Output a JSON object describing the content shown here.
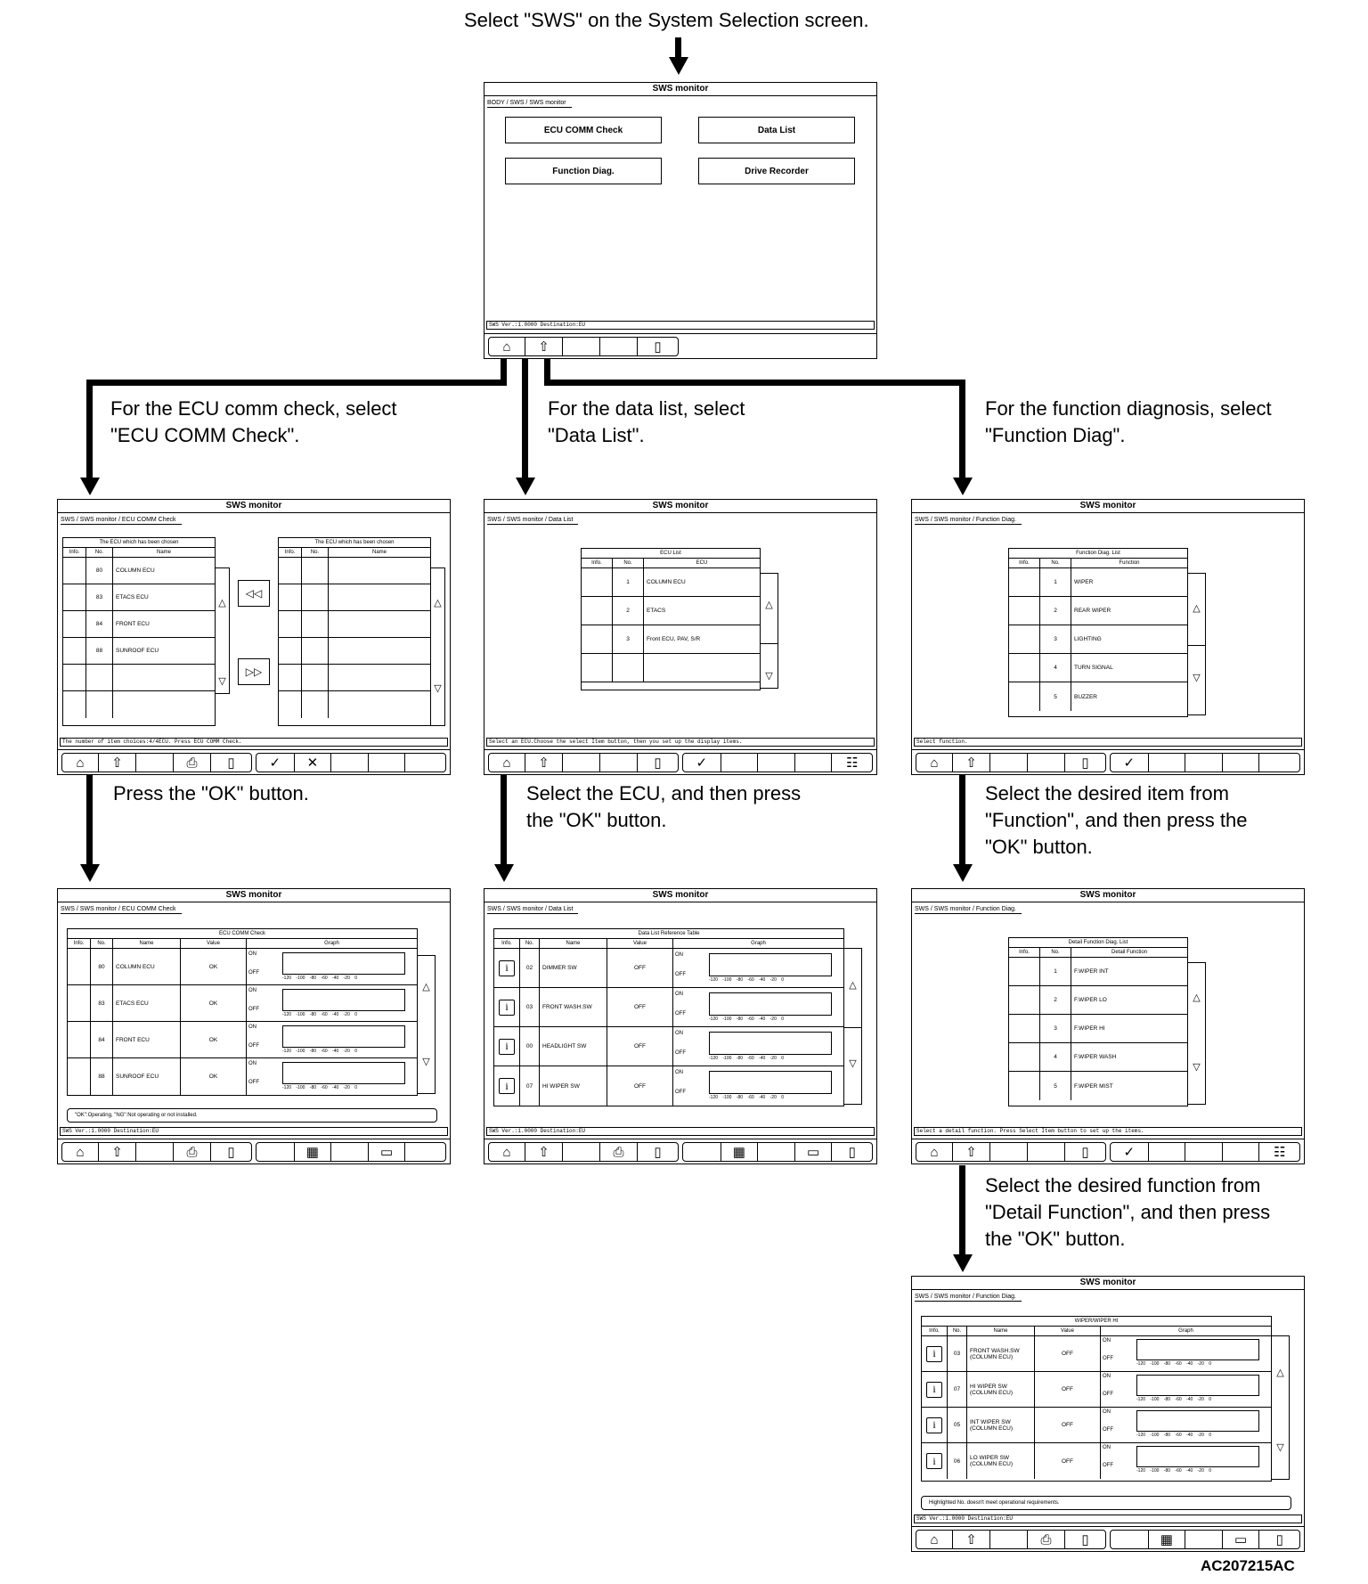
{
  "captions": {
    "top": "Select \"SWS\" on the System Selection screen.",
    "ecu_comm_1": "For the ECU comm check, select",
    "ecu_comm_2": "\"ECU COMM Check\".",
    "data_list_1": "For the data list, select",
    "data_list_2": "\"Data List\".",
    "func_1": "For the function diagnosis, select",
    "func_2": "\"Function Diag\".",
    "ok_1": "Press the \"OK\" button.",
    "ecu_sel_1": "Select the ECU, and then press",
    "ecu_sel_2": "the \"OK\" button.",
    "func_sel_1": "Select the desired item from",
    "func_sel_2": "\"Function\", and then press the",
    "func_sel_3": "\"OK\" button.",
    "detail_sel_1": "Select the desired function from",
    "detail_sel_2": "\"Detail Function\", and then press",
    "detail_sel_3": "the \"OK\" button."
  },
  "figure_code": "AC207215AC",
  "screen_title": "SWS monitor",
  "icons": {
    "home": "home-icon",
    "back": "back-arrow-icon",
    "print": "printer-icon",
    "book": "book-icon",
    "ok": "check-icon",
    "cancel": "cross-icon",
    "graph": "graph-icon",
    "monitor": "monitor-icon",
    "list": "list-icon"
  },
  "s1": {
    "crumb": "BODY / SWS / SWS monitor",
    "btn_ecu": "ECU COMM Check",
    "btn_data": "Data List",
    "btn_func": "Function Diag.",
    "btn_drive": "Drive Recorder",
    "status": "SWS Ver.:1.0000 Destination:EU"
  },
  "s2": {
    "crumb": "SWS / SWS monitor / ECU COMM Check",
    "left_header": "The ECU which has been chosen",
    "right_header": "The ECU which has been chosen",
    "col_info": "Info.",
    "col_no": "No.",
    "col_name": "Name",
    "rows": [
      {
        "no": "80",
        "name": "COLUMN ECU"
      },
      {
        "no": "83",
        "name": "ETACS ECU"
      },
      {
        "no": "84",
        "name": "FRONT ECU"
      },
      {
        "no": "88",
        "name": "SUNROOF ECU"
      }
    ],
    "status": "The number of item choices:4/4ECU.  Press ECU COMM Check."
  },
  "s3": {
    "crumb": "SWS / SWS monitor / Data List",
    "table_header": "ECU List",
    "col_info": "Info.",
    "col_no": "No.",
    "col_ecu": "ECU",
    "rows": [
      {
        "no": "1",
        "name": "COLUMN ECU"
      },
      {
        "no": "2",
        "name": "ETACS"
      },
      {
        "no": "3",
        "name": "Front ECU, PAV, S/R"
      }
    ],
    "status": "Select an ECU.Choose the select Item button, then you set up the display items."
  },
  "s4": {
    "crumb": "SWS / SWS monitor / Function Diag.",
    "table_header": "Function Diag. List",
    "col_info": "Info.",
    "col_no": "No.",
    "col_func": "Function",
    "rows": [
      {
        "no": "1",
        "name": "WIPER"
      },
      {
        "no": "2",
        "name": "REAR WIPER"
      },
      {
        "no": "3",
        "name": "LIGHTING"
      },
      {
        "no": "4",
        "name": "TURN SIGNAL"
      },
      {
        "no": "5",
        "name": "BUZZER"
      }
    ],
    "status": "Select function."
  },
  "s5": {
    "crumb": "SWS / SWS monitor / ECU COMM Check",
    "table_header": "ECU COMM Check",
    "col_info": "Info.",
    "col_no": "No.",
    "col_name": "Name",
    "col_value": "Value",
    "col_graph": "Graph",
    "on": "ON",
    "off": "OFF",
    "ticks": "-120 -100 -80 -60 -40 -20 0",
    "rows": [
      {
        "no": "80",
        "name": "COLUMN ECU",
        "value": "OK"
      },
      {
        "no": "83",
        "name": "ETACS ECU",
        "value": "OK"
      },
      {
        "no": "84",
        "name": "FRONT ECU",
        "value": "OK"
      },
      {
        "no": "88",
        "name": "SUNROOF ECU",
        "value": "OK"
      }
    ],
    "note": "\"OK\":Operating, \"NG\":Not operating or not installed.",
    "status": "SWS Ver.:1.0000 Destination:EU"
  },
  "s6": {
    "crumb": "SWS / SWS monitor / Data List",
    "table_header": "Data List Reference Table",
    "col_info": "Info.",
    "col_no": "No.",
    "col_name": "Name",
    "col_value": "Value",
    "col_graph": "Graph",
    "on": "ON",
    "off": "OFF",
    "ticks": "-120 -100 -80 -60 -40 -20 0",
    "info": "i",
    "rows": [
      {
        "no": "02",
        "name": "DIMMER SW",
        "value": "OFF"
      },
      {
        "no": "03",
        "name": "FRONT WASH.SW",
        "value": "OFF"
      },
      {
        "no": "00",
        "name": "HEADLIGHT SW",
        "value": "OFF"
      },
      {
        "no": "07",
        "name": "HI WIPER SW",
        "value": "OFF"
      }
    ],
    "status": "SWS Ver.:1.0000 Destination:EU"
  },
  "s7": {
    "crumb": "SWS / SWS monitor / Function Diag.",
    "table_header": "Detail Function Diag. List",
    "col_info": "Info.",
    "col_no": "No.",
    "col_func": "Detail Function",
    "rows": [
      {
        "no": "1",
        "name": "F.WIPER INT"
      },
      {
        "no": "2",
        "name": "F.WIPER LO"
      },
      {
        "no": "3",
        "name": "F.WIPER HI"
      },
      {
        "no": "4",
        "name": "F.WIPER WASH"
      },
      {
        "no": "5",
        "name": "F.WIPER MIST"
      }
    ],
    "status": "Select a detail function. Press Select Item button to set up the items."
  },
  "s8": {
    "crumb": "SWS / SWS monitor / Function Diag.",
    "table_header": "WIPER/WIPER HI",
    "col_info": "Info.",
    "col_no": "No.",
    "col_name": "Name",
    "col_value": "Value",
    "col_graph": "Graph",
    "on": "ON",
    "off": "OFF",
    "ticks": "-120 -100 -80 -60 -40 -20 0",
    "info": "i",
    "rows": [
      {
        "no": "03",
        "name1": "FRONT WASH.SW",
        "name2": "(COLUMN ECU)",
        "value": "OFF"
      },
      {
        "no": "07",
        "name1": "HI WIPER SW",
        "name2": "(COLUMN ECU)",
        "value": "OFF"
      },
      {
        "no": "05",
        "name1": "INT WIPER SW",
        "name2": "(COLUMN ECU)",
        "value": "OFF"
      },
      {
        "no": "06",
        "name1": "LO WIPER SW",
        "name2": "(COLUMN ECU)",
        "value": "OFF"
      }
    ],
    "note": "Highlighted No. doesn't meet operational requirements.",
    "status": "SWS Ver.:1.0000 Destination:EU"
  }
}
